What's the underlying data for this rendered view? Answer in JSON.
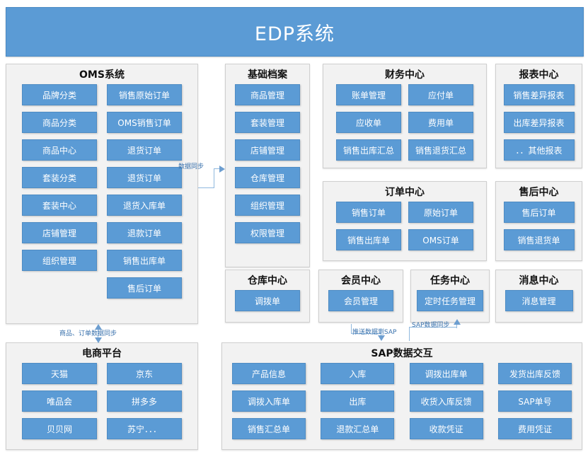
{
  "header": {
    "title": "EDP系统"
  },
  "sections": {
    "oms": {
      "title": "OMS系统",
      "items": [
        "品牌分类",
        "销售原始订单",
        "商品分类",
        "OMS销售订单",
        "商品中心",
        "退货订单",
        "套装分类",
        "退货订单",
        "套装中心",
        "退货入库单",
        "店铺管理",
        "退款订单",
        "组织管理",
        "销售出库单",
        "",
        "售后订单"
      ]
    },
    "basic": {
      "title": "基础档案",
      "items": [
        "商品管理",
        "套装管理",
        "店铺管理",
        "仓库管理",
        "组织管理",
        "权限管理"
      ]
    },
    "finance": {
      "title": "财务中心",
      "items": [
        "账单管理",
        "应付单",
        "应收单",
        "费用单",
        "销售出库汇总",
        "销售退货汇总"
      ]
    },
    "order": {
      "title": "订单中心",
      "items": [
        "销售订单",
        "原始订单",
        "销售出库单",
        "OMS订单"
      ]
    },
    "report": {
      "title": "报表中心",
      "items": [
        "销售差异报表",
        "出库差异报表",
        "．．其他报表"
      ]
    },
    "after": {
      "title": "售后中心",
      "items": [
        "售后订单",
        "销售退货单"
      ]
    },
    "warehouse": {
      "title": "仓库中心",
      "items": [
        "调拨单"
      ]
    },
    "member": {
      "title": "会员中心",
      "items": [
        "会员管理"
      ]
    },
    "task": {
      "title": "任务中心",
      "items": [
        "定时任务管理"
      ]
    },
    "message": {
      "title": "消息中心",
      "items": [
        "消息管理"
      ]
    },
    "ecommerce": {
      "title": "电商平台",
      "items": [
        "天猫",
        "京东",
        "唯品会",
        "拼多多",
        "贝贝网",
        "苏宁．．．"
      ]
    },
    "sap": {
      "title": "SAP数据交互",
      "items": [
        "产品信息",
        "入库",
        "调拨出库单",
        "发货出库反馈",
        "调拨入库单",
        "出库",
        "收货入库反馈",
        "SAP单号",
        "销售汇总单",
        "退款汇总单",
        "收款凭证",
        "费用凭证"
      ]
    }
  },
  "connectors": {
    "oms_to_basic": "数据同步",
    "oms_to_ecom": "商品、订单数据同步",
    "push_to_sap": "推送数据到SAP",
    "sap_sync": "SAP数据同步"
  },
  "colors": {
    "accent": "#5B9BD5",
    "card_bg": "#F2F2F2",
    "card_border": "#CFCFCF",
    "connector": "#8FB8DE",
    "connector_text": "#3A72AD"
  }
}
